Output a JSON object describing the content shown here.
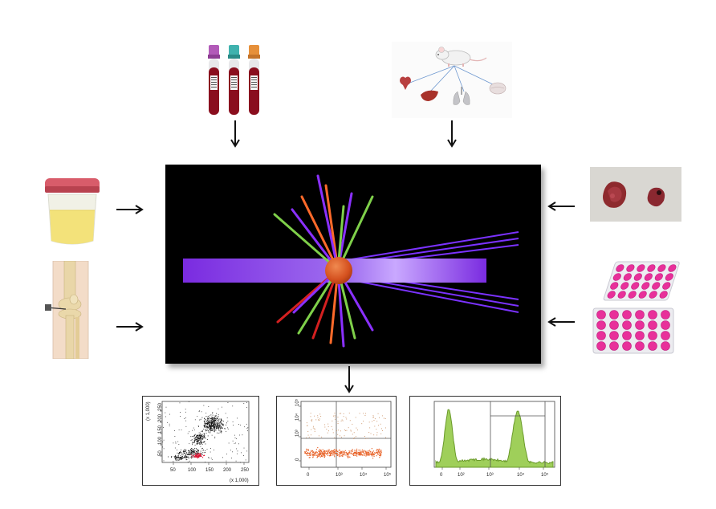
{
  "colors": {
    "background": "#ffffff",
    "flow_chamber": "#000000",
    "laser_beam": "#7a2be0",
    "cell": "#e05a24",
    "arrow": "#111111",
    "dot_plot_black": "#111111",
    "dot_plot_red": "#e01030",
    "dot_plot_orange": "#e8642a",
    "dot_plot_tan": "#c88a5a",
    "histogram_green": "#8cbf3f"
  },
  "icons": {
    "blood_tubes": "blood-sample-tubes-icon",
    "mouse_organs": "mouse-with-organs-icon",
    "urine_cup": "urine-sample-cup-icon",
    "knee_aspiration": "knee-joint-aspiration-icon",
    "tissue_biopsy": "tissue-biopsy-photo-icon",
    "culture_plates": "cell-culture-plates-icon",
    "flow_cytometer": "flow-cytometry-laser-illustration"
  },
  "plots": {
    "dot_plot_1": {
      "x_ticks": [
        "50",
        "100",
        "150",
        "200",
        "250"
      ],
      "x_unit": "(x 1,000)",
      "y_ticks": [
        "50",
        "100",
        "150",
        "200",
        "250"
      ],
      "y_unit": "(x 1,000)"
    },
    "dot_plot_2": {
      "x_ticks": [
        "0",
        "10³",
        "10⁴",
        "10⁵"
      ],
      "y_ticks": [
        "0",
        "10³",
        "10⁴",
        "10⁵"
      ]
    },
    "histogram": {
      "x_ticks": [
        "0",
        "10²",
        "10³",
        "10⁴",
        "10⁵"
      ]
    }
  }
}
